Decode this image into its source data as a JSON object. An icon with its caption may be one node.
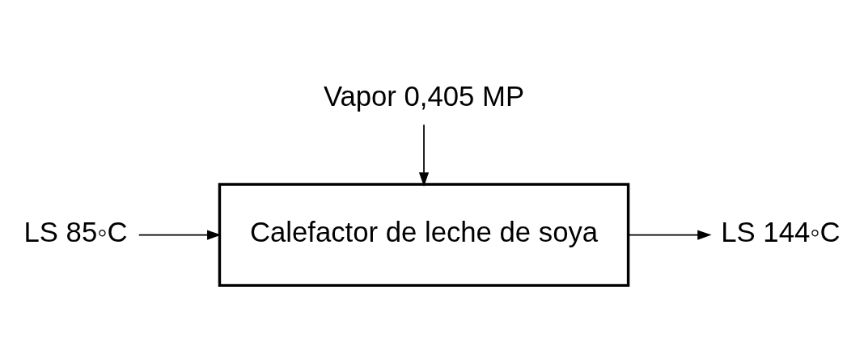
{
  "diagram": {
    "nodes": [
      {
        "text": [
          "Vapor 0,405 MP"
        ]
      },
      {
        "text": [
          "Calefactor de leche de soya"
        ]
      },
      {
        "text": [
          "LS 85◦C"
        ]
      },
      {
        "text": [
          "LS 144◦C"
        ]
      }
    ],
    "edges": [
      {
        "from": 0,
        "to": 1,
        "arrow": "to"
      },
      {
        "from": 2,
        "to": 1,
        "arrow": "to"
      },
      {
        "from": 1,
        "to": 3,
        "arrow": "to"
      }
    ]
  }
}
